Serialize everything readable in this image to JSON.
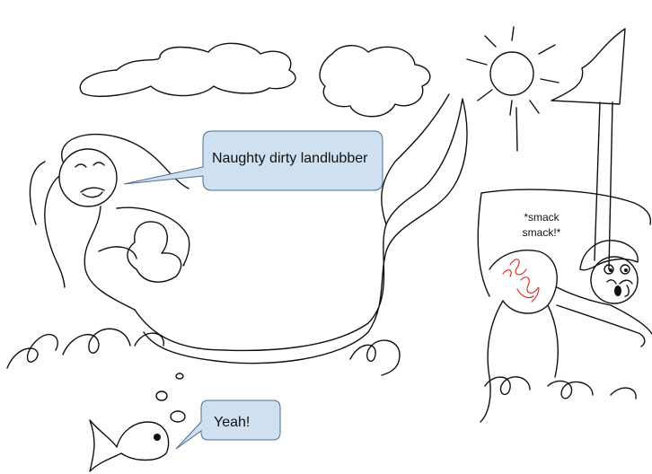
{
  "speech": {
    "mermaid": "Naughty dirty landlubber",
    "fish": "Yeah!"
  },
  "sound_effect": {
    "line1": "*smack",
    "line2": "smack!*"
  },
  "colors": {
    "bubble_fill": "#cfe0f1",
    "bubble_stroke": "#4a6e91",
    "ink": "#111111",
    "scribble": "#e02020",
    "background": "#ffffff"
  }
}
